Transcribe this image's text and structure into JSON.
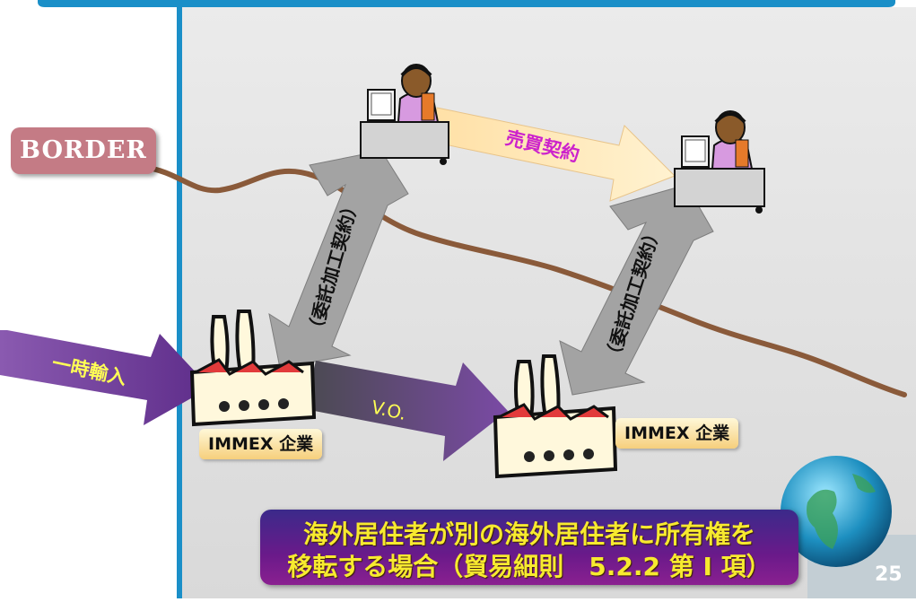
{
  "border_label": "BORDER",
  "arrows": {
    "temporary_import": "一時輸入",
    "virtual_operation": "V.O.",
    "sales_contract": "売買契約",
    "consignment_contract_1": "（委託加工契約）",
    "consignment_contract_2": "（委託加工契約）"
  },
  "companies": {
    "immex_1": "IMMEX 企業",
    "immex_2": "IMMEX 企業"
  },
  "caption": {
    "line1": "海外居住者が別の海外居住者に所有権を",
    "line2": "移転する場合（貿易細則　5.2.2 第 I 項）"
  },
  "page_number": "25",
  "icons": [
    "operator-icon",
    "factory-icon",
    "globe-icon"
  ],
  "colors": {
    "header_bar": "#1a8fc8",
    "background_panel": "#e3e3e3",
    "border_line": "#8a5a3a",
    "border_label_bg": "#c47b85",
    "purple_arrow": "#6b3a95",
    "gray_arrow": "#a3a3a3",
    "sales_arrow": "#ffd890",
    "caption_text": "#f7ea2f"
  }
}
